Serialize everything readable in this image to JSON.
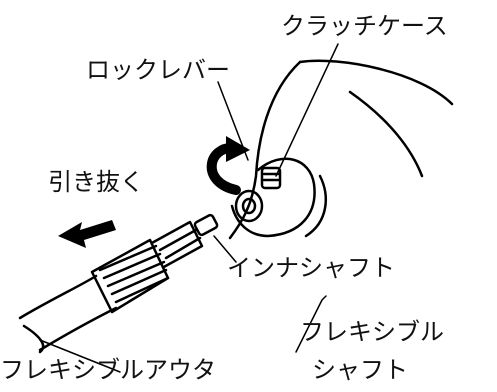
{
  "labels": {
    "clutch_case": "クラッチケース",
    "lock_lever": "ロックレバー",
    "pull_out": "引き抜く",
    "inner_shaft": "インナシャフト",
    "flexible_shaft_line1": "フレキシブル",
    "flexible_shaft_line2": "シャフト",
    "flexible_outer": "フレキシブルアウタ"
  }
}
